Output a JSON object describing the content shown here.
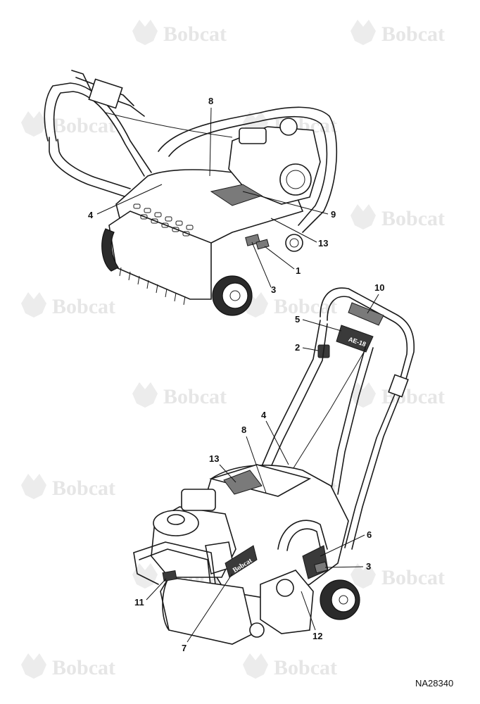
{
  "watermark": {
    "brand": "Bobcat",
    "icon": "bobcat-logo-icon"
  },
  "drawing_id": "NA28340",
  "top_view": {
    "callouts": [
      "8",
      "4",
      "9",
      "13",
      "1",
      "3"
    ]
  },
  "bottom_view": {
    "callouts": [
      "10",
      "5",
      "2",
      "4",
      "8",
      "13",
      "6",
      "3",
      "11",
      "7",
      "12"
    ],
    "decals": {
      "handle_plate": "AE-18",
      "housing_logo": "Bobcat"
    }
  },
  "colors": {
    "line": "#1a1a1a",
    "decal": "#7a7a7a",
    "watermark": "#e6e6e6"
  }
}
